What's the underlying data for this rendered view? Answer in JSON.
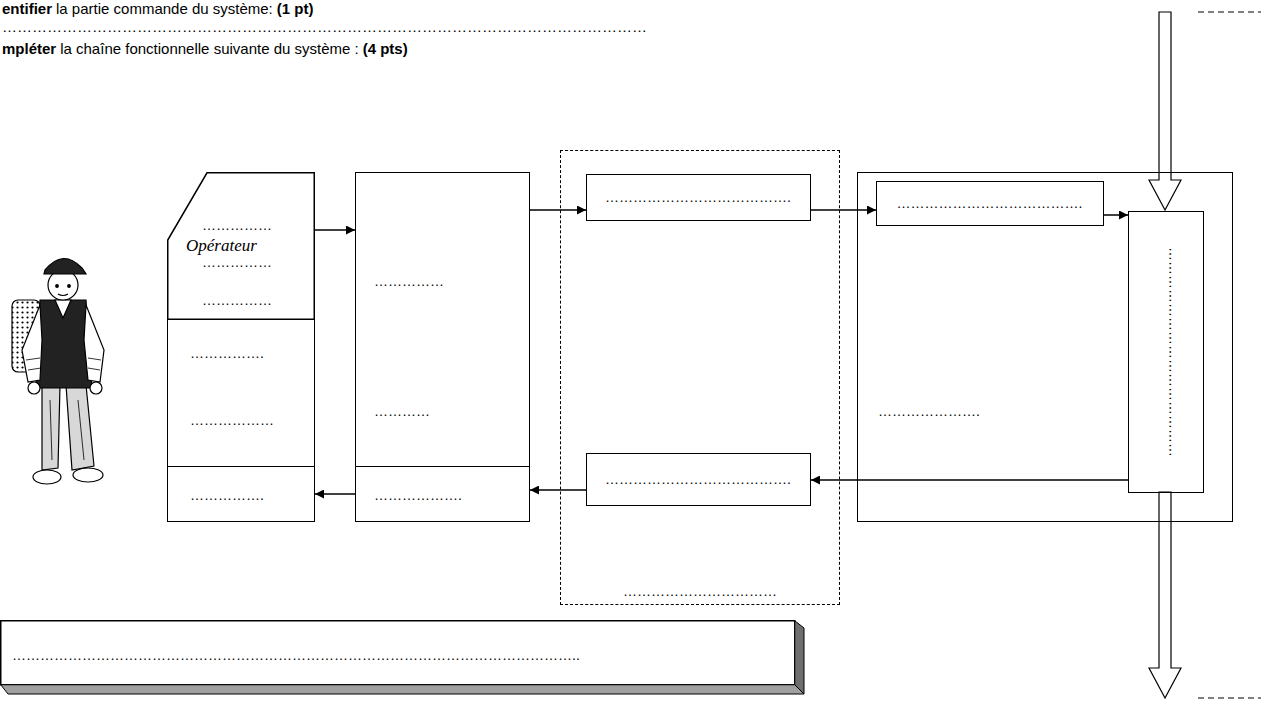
{
  "diagram": {
    "nodes": [
      {
        "text": [
          "……………",
          "……………",
          "……………"
        ]
      },
      {
        "text": [
          "…………….",
          "………………"
        ]
      },
      {
        "text": [
          "……………."
        ]
      },
      {
        "text": [
          "……………",
          "…………"
        ]
      },
      {
        "text": [
          "………………."
        ]
      },
      {
        "text": [
          "……………………………"
        ]
      },
      {
        "text": [
          "…………………………………."
        ],
        "in": 5
      },
      {
        "text": [
          "…………………………………."
        ],
        "in": 5
      },
      {
        "text": [
          "…………………."
        ]
      },
      {
        "text": [
          "…………………………………."
        ],
        "in": 8
      },
      {
        "text": [
          "………………………………………"
        ],
        "in": 8
      },
      {
        "text": [
          "………………………………………………………………………………………………………….."
        ]
      }
    ],
    "edges": [
      {
        "from": 0,
        "to": 3,
        "arrow": "to"
      },
      {
        "from": 3,
        "to": 6,
        "arrow": "to"
      },
      {
        "from": 6,
        "to": 9,
        "arrow": "to"
      },
      {
        "from": 9,
        "to": 10,
        "arrow": "to"
      },
      {
        "from": 10,
        "to": 7,
        "arrow": "to"
      },
      {
        "from": 7,
        "to": 4,
        "arrow": "to"
      },
      {
        "from": 4,
        "to": 2,
        "arrow": "to"
      }
    ],
    "labels": [
      "entifier",
      "la partie commande du système:",
      "(1 pt)",
      "…………………………………………………………………………………………………………………",
      "mpléter",
      "la chaîne fonctionnelle suivante du système :",
      "(4 pts)",
      "Opérateur"
    ]
  }
}
